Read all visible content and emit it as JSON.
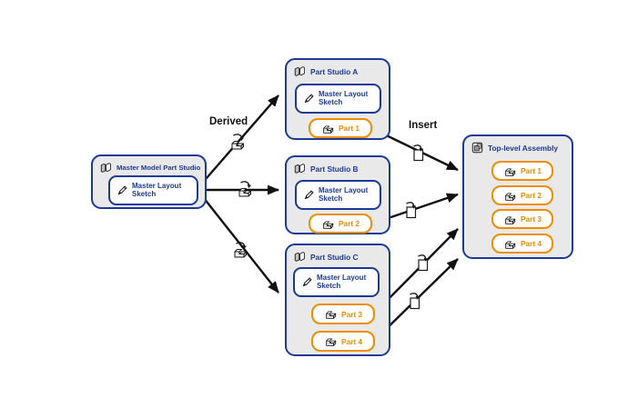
{
  "diagram": {
    "labels": {
      "derived": "Derived",
      "insert": "Insert"
    },
    "master": {
      "title": "Master Model Part Studio",
      "sketch_label": "Master Layout Sketch"
    },
    "studios": [
      {
        "title": "Part Studio A",
        "sketch_label": "Master Layout Sketch",
        "parts": [
          "Part 1"
        ]
      },
      {
        "title": "Part Studio B",
        "sketch_label": "Master Layout Sketch",
        "parts": [
          "Part 2"
        ]
      },
      {
        "title": "Part Studio C",
        "sketch_label": "Master Layout Sketch",
        "parts": [
          "Part 3",
          "Part 4"
        ]
      }
    ],
    "assembly": {
      "title": "Top-level Assembly",
      "parts": [
        "Part 1",
        "Part 2",
        "Part 3",
        "Part 4"
      ]
    },
    "icons": {
      "studio_header": "part-studio-icon",
      "assembly_header": "assembly-icon",
      "sketch": "pencil-icon",
      "part": "part-icon",
      "on_derived_arrows": "derived-part-icon",
      "on_insert_arrows": "insert-document-icon"
    },
    "colors": {
      "navy": "#1c3a96",
      "orange": "#f08c00",
      "box_fill": "#e9e9e9",
      "arrow": "#111111",
      "background": "#ffffff"
    }
  }
}
